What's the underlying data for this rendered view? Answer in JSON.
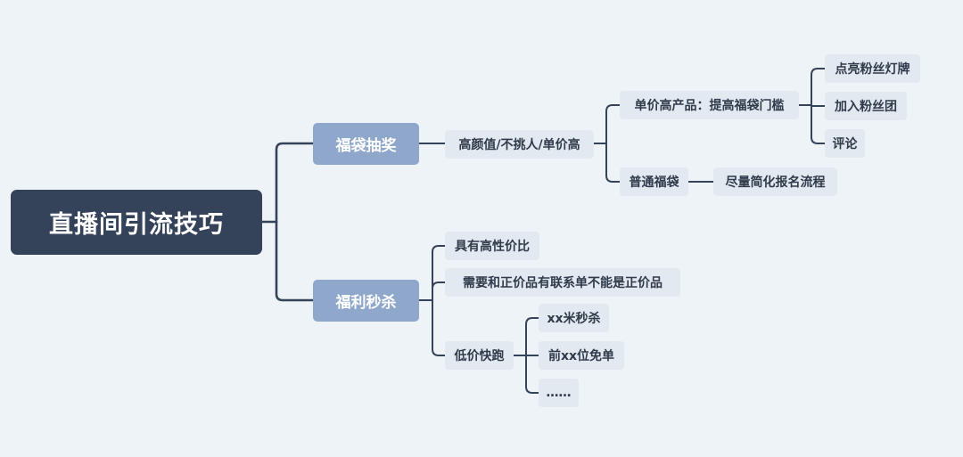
{
  "root": "直播间引流技巧",
  "colors": {
    "background": "#eef3f8",
    "root_fill": "#34435a",
    "branch_fill": "#8ea7cb",
    "leaf_fill": "#e3e9f0",
    "line": "#34435a"
  },
  "branches": [
    {
      "label": "福袋抽奖",
      "children": [
        {
          "label": "高颜值/不挑人/单价高",
          "children": [
            {
              "label": "单价高产品：提高福袋门槛",
              "children": [
                {
                  "label": "点亮粉丝灯牌"
                },
                {
                  "label": "加入粉丝团"
                },
                {
                  "label": "评论"
                }
              ]
            },
            {
              "label": "普通福袋",
              "children": [
                {
                  "label": "尽量简化报名流程"
                }
              ]
            }
          ]
        }
      ]
    },
    {
      "label": "福利秒杀",
      "children": [
        {
          "label": "具有高性价比"
        },
        {
          "label": "需要和正价品有联系单不能是正价品"
        },
        {
          "label": "低价快跑",
          "children": [
            {
              "label": "xx米秒杀"
            },
            {
              "label": "前xx位免单"
            },
            {
              "label": "……"
            }
          ]
        }
      ]
    }
  ]
}
